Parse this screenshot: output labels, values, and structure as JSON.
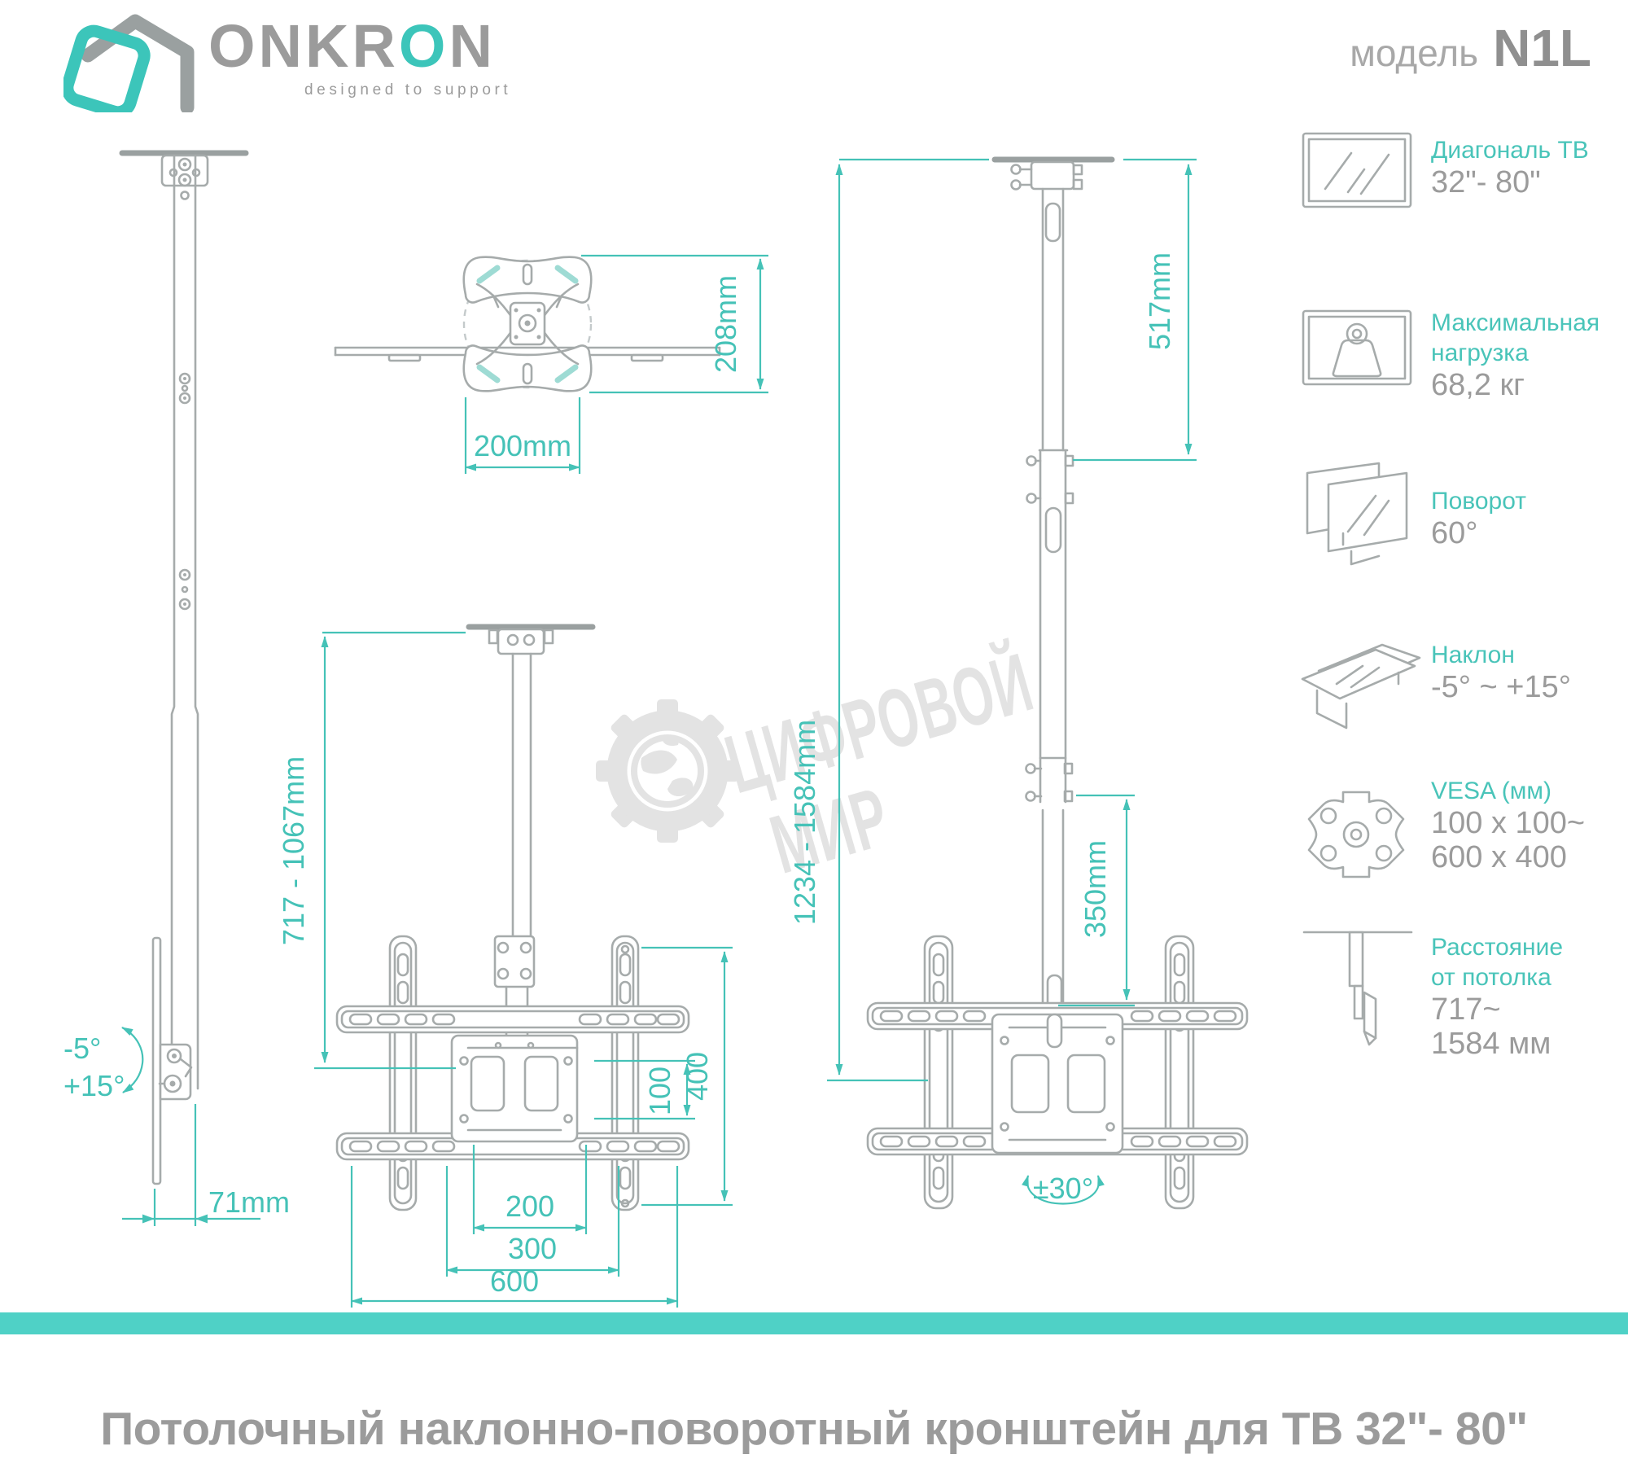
{
  "brand": {
    "name_part1": "ONKR",
    "name_accent": "O",
    "name_part2": "N",
    "tagline": "designed to support"
  },
  "model": {
    "label": "модель",
    "value": "N1L"
  },
  "specs": {
    "diagonal": {
      "label": "Диагональ ТВ",
      "value": "32\"- 80\""
    },
    "load": {
      "label1": "Максимальная",
      "label2": "нагрузка",
      "value": "68,2 кг"
    },
    "swivel": {
      "label": "Поворот",
      "value": "60°"
    },
    "tilt": {
      "label": "Наклон",
      "value": "-5° ~ +15°"
    },
    "vesa": {
      "label": "VESA (мм)",
      "value1": "100 x 100~",
      "value2": "600 x 400"
    },
    "ceiling": {
      "label1": "Расстояние",
      "label2": "от потолка",
      "value1": "717~",
      "value2": "1584 мм"
    }
  },
  "dims": {
    "top_width": "200mm",
    "top_depth": "208mm",
    "height_range_min": "717 - 1067mm",
    "vesa_vertical": "100",
    "rail_vertical": "400",
    "width_200": "200",
    "width_300": "300",
    "width_600": "600",
    "tilt_minus": "-5°",
    "tilt_plus": "+15°",
    "depth": "71mm",
    "upper_pole": "517mm",
    "height_range_max": "1234 - 1584mm",
    "lower_pole": "350mm",
    "swivel_angle": "±30°"
  },
  "watermark": {
    "line1": "ЦИФРОВОЙ",
    "line2": "МИР"
  },
  "footer": {
    "title": "Потолочный наклонно-поворотный кронштейн для ТВ 32\"- 80\""
  },
  "colors": {
    "accent": "#45c2b7",
    "bar": "#4fd1c6",
    "logo_teal": "#3cc5ba",
    "text_gray": "#9b9b9b",
    "line_gray": "#a6abab",
    "watermark_gray": "#e3e3e3"
  }
}
